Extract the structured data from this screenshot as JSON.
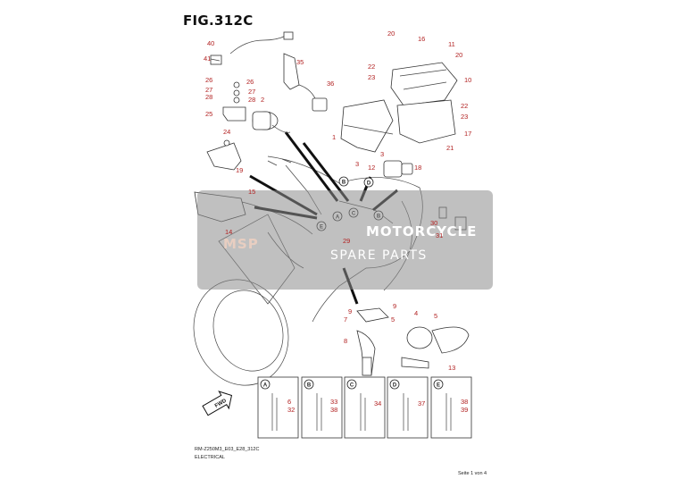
{
  "figure": {
    "title": "FIG.312C",
    "code": "RM-Z250M3_E03_E28_312C",
    "caption": "ELECTRICAL",
    "page_indicator": "Seite 1 von 4"
  },
  "watermark": {
    "logo": "MSP",
    "line1": "MOTORCYCLE",
    "line2": "SPARE PARTS"
  },
  "callouts": {
    "n1": "1",
    "n2": "2",
    "n3": "3",
    "n4": "4",
    "n5": "5",
    "n6": "6",
    "n7": "7",
    "n8": "8",
    "n9a": "9",
    "n9b": "9",
    "n10": "10",
    "n11": "11",
    "n12": "12",
    "n13": "13",
    "n14": "14",
    "n15": "15",
    "n16": "16",
    "n17": "17",
    "n18": "18",
    "n19": "19",
    "n20a": "20",
    "n20b": "20",
    "n21": "21",
    "n22a": "22",
    "n22b": "22",
    "n23a": "23",
    "n23b": "23",
    "n24": "24",
    "n25": "25",
    "n26a": "26",
    "n26b": "26",
    "n27a": "27",
    "n27b": "27",
    "n28a": "28",
    "n28b": "28",
    "n29": "29",
    "n30": "30",
    "n31": "31",
    "n32": "32",
    "n33": "33",
    "n34": "34",
    "n35": "35",
    "n36": "36",
    "n37": "37",
    "n38a": "38",
    "n38b": "38",
    "n39": "39",
    "n40": "40",
    "n41": "41",
    "n5b": "5",
    "n3b": "3"
  },
  "refs": {
    "A": "A",
    "B": "B",
    "C": "C",
    "D": "D",
    "E": "E"
  },
  "fwd_label": "FWD"
}
